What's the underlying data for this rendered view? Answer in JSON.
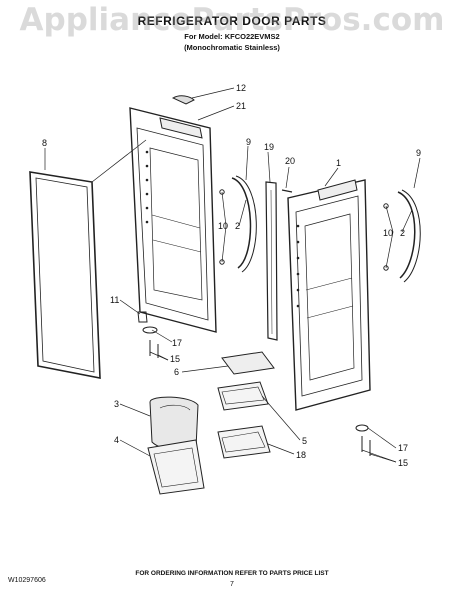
{
  "watermark": "AppliancePartsPros.com",
  "title": "REFRIGERATOR DOOR PARTS",
  "subtitle_line1": "For Model: KFCO22EVMS2",
  "subtitle_line2": "(Monochromatic Stainless)",
  "callouts": {
    "c12": "12",
    "c21": "21",
    "c8": "8",
    "c9a": "9",
    "c19": "19",
    "c20": "20",
    "c1": "1",
    "c9b": "9",
    "c10a": "10",
    "c2a": "2",
    "c10b": "10",
    "c2b": "2",
    "c11": "11",
    "c17a": "17",
    "c15a": "15",
    "c6": "6",
    "c3": "3",
    "c5": "5",
    "c4": "4",
    "c18": "18",
    "c17b": "17",
    "c15b": "15"
  },
  "footer": {
    "order_note": "FOR ORDERING INFORMATION REFER TO PARTS PRICE LIST",
    "doc_number": "W10297606",
    "page_number": "7"
  }
}
